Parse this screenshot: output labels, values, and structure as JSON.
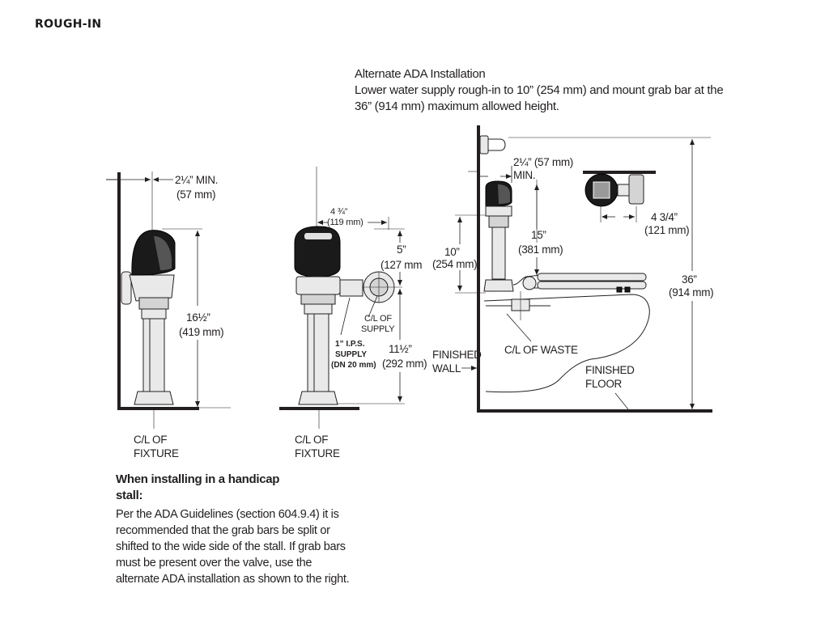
{
  "heading": "ROUGH-IN",
  "alternate": {
    "title": "Alternate ADA Installation",
    "body": "Lower water supply rough-in to 10” (254 mm) and mount grab bar at the 36” (914 mm) maximum allowed height."
  },
  "handicap": {
    "heading_line1": "When installing in a handicap",
    "heading_line2": "stall:",
    "body": "Per the ADA Guidelines (section 604.9.4) it is recommended that the grab bars be split or shifted to the wide side of the stall. If grab bars must be present over the valve, use the alternate ADA installation as shown to the right."
  },
  "side_view": {
    "min_line1": "2¼” MIN.",
    "min_line2": "(57 mm)",
    "height_line1": "16½”",
    "height_line2": "(419 mm)",
    "cl_line1": "C/L OF",
    "cl_line2": "FIXTURE"
  },
  "front_view": {
    "width_line1": "4 ¾”",
    "width_line2": "(119 mm)",
    "offset_line1": "5”",
    "offset_line2": "(127 mm",
    "cl_supply_line1": "C/L OF",
    "cl_supply_line2": "SUPPLY",
    "ips_line1": "1” I.P.S.",
    "ips_line2": "SUPPLY",
    "ips_line3": "(DN 20 mm)",
    "supply_height_line1": "11½”",
    "supply_height_line2": "(292 mm)",
    "cl_line1": "C/L OF",
    "cl_line2": "FIXTURE"
  },
  "ada_view": {
    "min_line1": "2¼” (57 mm)",
    "min_line2": "MIN.",
    "grab_line1": "4 3/4”",
    "grab_line2": "(121 mm)",
    "valve_line1": "15”",
    "valve_line2": "(381 mm)",
    "supply_line1": "10”",
    "supply_line2": "(254 mm)",
    "max_line1": "36”",
    "max_line2": "(914 mm)",
    "wall_line1": "FINISHED",
    "wall_line2": "WALL",
    "waste": "C/L OF WASTE",
    "floor_line1": "FINISHED",
    "floor_line2": "FLOOR"
  }
}
